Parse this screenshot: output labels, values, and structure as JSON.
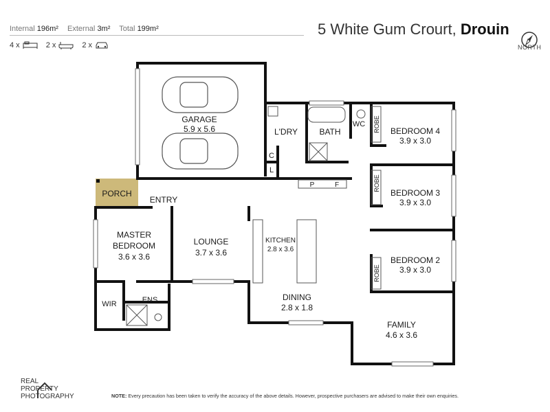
{
  "header": {
    "internal_label": "Internal",
    "internal_value": "196m²",
    "external_label": "External",
    "external_value": "3m²",
    "total_label": "Total",
    "total_value": "199m²",
    "beds": "4 x",
    "baths": "2 x",
    "cars": "2 x"
  },
  "address": {
    "street": "5 White Gum Crourt,",
    "suburb": "Drouin"
  },
  "compass": {
    "label": "NORTH"
  },
  "rooms": {
    "garage": {
      "name": "GARAGE",
      "size": "5.9 x 5.6"
    },
    "laundry": {
      "name": "L'DRY"
    },
    "bath": {
      "name": "BATH"
    },
    "wc": {
      "name": "WC"
    },
    "c": {
      "name": "C"
    },
    "l": {
      "name": "L"
    },
    "p": {
      "name": "P"
    },
    "f": {
      "name": "F"
    },
    "bedroom4": {
      "name": "BEDROOM 4",
      "size": "3.9 x 3.0"
    },
    "bedroom3": {
      "name": "BEDROOM 3",
      "size": "3.9 x 3.0"
    },
    "bedroom2": {
      "name": "BEDROOM 2",
      "size": "3.9 x 3.0"
    },
    "robe4": {
      "name": "ROBE"
    },
    "robe3": {
      "name": "ROBE"
    },
    "robe2": {
      "name": "ROBE"
    },
    "porch": {
      "name": "PORCH"
    },
    "entry": {
      "name": "ENTRY"
    },
    "master": {
      "name1": "MASTER",
      "name2": "BEDROOM",
      "size": "3.6 x 3.6"
    },
    "lounge": {
      "name": "LOUNGE",
      "size": "3.7 x 3.6"
    },
    "kitchen": {
      "name": "KITCHEN",
      "size": "2.8 x 3.6"
    },
    "dining": {
      "name": "DINING",
      "size": "2.8 x 1.8"
    },
    "family": {
      "name": "FAMILY",
      "size": "4.6 x 3.6"
    },
    "wir": {
      "name": "WIR"
    },
    "ens": {
      "name": "ENS"
    }
  },
  "colors": {
    "porch": "#cdb97a",
    "wall": "#111111"
  },
  "branding": {
    "line1": "REAL",
    "line2": "PROPERTY",
    "line3": "PHOTOGRAPHY"
  },
  "note": {
    "label": "NOTE:",
    "text": " Every precaution has been taken to verify the accuracy of the above details. However, prospective purchasers are advised to make their own enquiries."
  }
}
